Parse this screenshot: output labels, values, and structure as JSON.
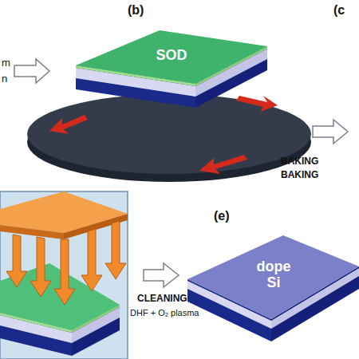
{
  "diagram": {
    "nodes": [
      {
        "text": [
          "SOD"
        ]
      },
      {
        "text": [
          "dope Si"
        ]
      }
    ],
    "labels": [
      "(b)",
      "m",
      "n",
      "BAKING",
      "BAKING",
      "(c",
      "(e)",
      "CLEANING",
      "DHF + O₂ plasma"
    ]
  }
}
